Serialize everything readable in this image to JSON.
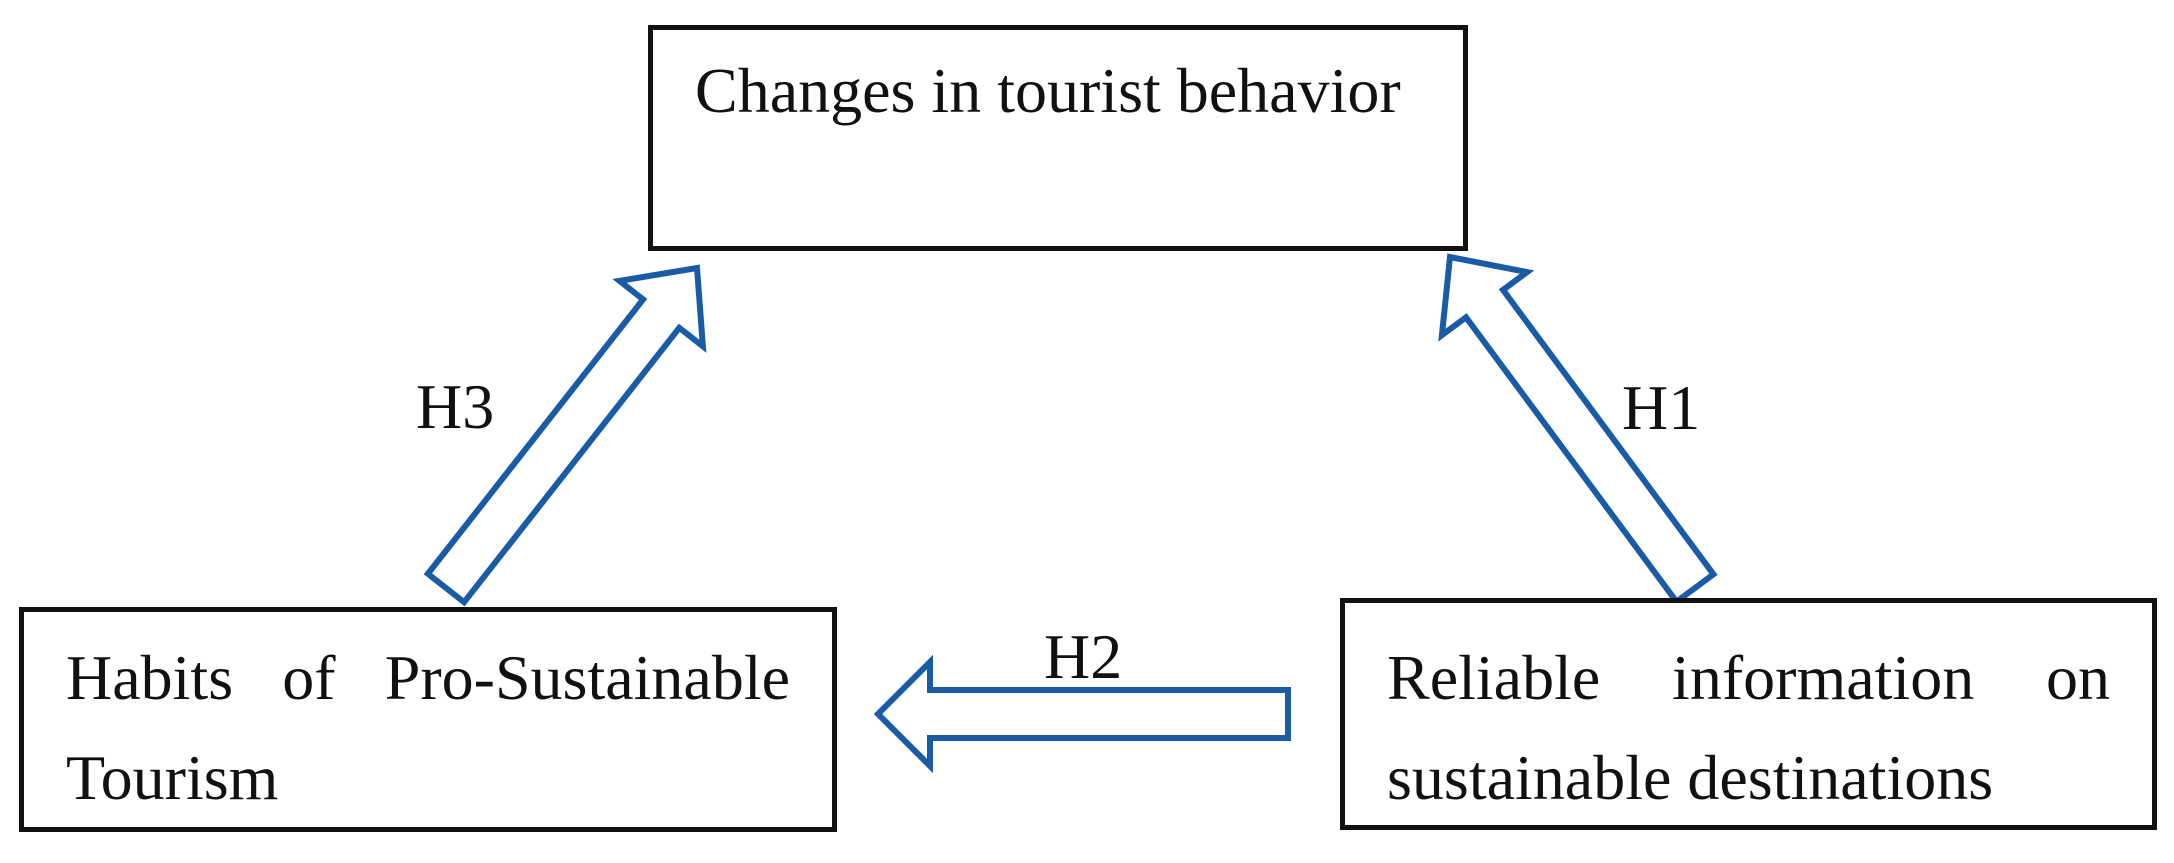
{
  "figure": {
    "boxes": {
      "top": {
        "text": "Changes in tourist behavior"
      },
      "bottom_left": {
        "line1_words": [
          "Habits",
          "of",
          "Pro-Sustainable"
        ],
        "line2": "Tourism"
      },
      "bottom_right": {
        "line1_words": [
          "Reliable",
          "information",
          "on"
        ],
        "line2": "sustainable destinations"
      }
    },
    "arrow_labels": {
      "h1": "H1",
      "h2": "H2",
      "h3": "H3"
    },
    "colors": {
      "arrow": "#1A5BA5",
      "border": "#111111",
      "text": "#111111",
      "background": "#FFFFFF"
    }
  }
}
